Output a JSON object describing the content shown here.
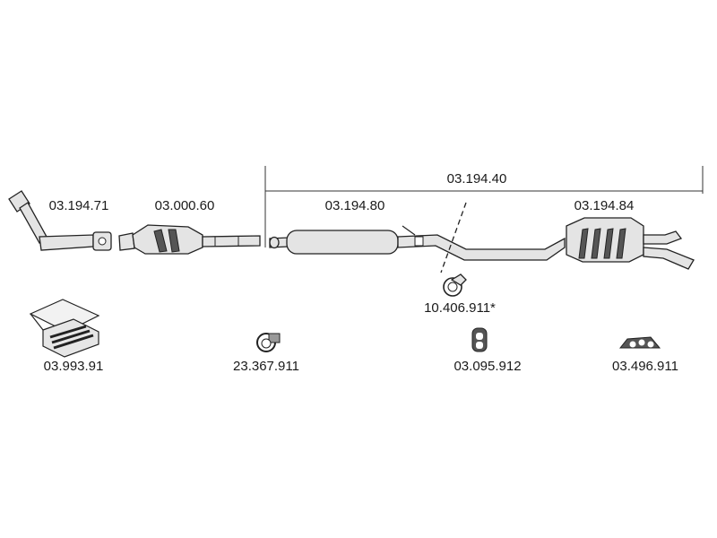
{
  "assembly": {
    "label": "03.194.40"
  },
  "parts": [
    {
      "id": "front-pipe",
      "label": "03.194.71"
    },
    {
      "id": "catalyst",
      "label": "03.000.60"
    },
    {
      "id": "middle-silencer",
      "label": "03.194.80"
    },
    {
      "id": "rear-silencer",
      "label": "03.194.84"
    },
    {
      "id": "clamp-small",
      "label": "10.406.911*"
    },
    {
      "id": "mounting-kit",
      "label": "03.993.91"
    },
    {
      "id": "clamp",
      "label": "23.367.911"
    },
    {
      "id": "rubber-hanger",
      "label": "03.095.912"
    },
    {
      "id": "rubber-strip",
      "label": "03.496.911"
    }
  ]
}
